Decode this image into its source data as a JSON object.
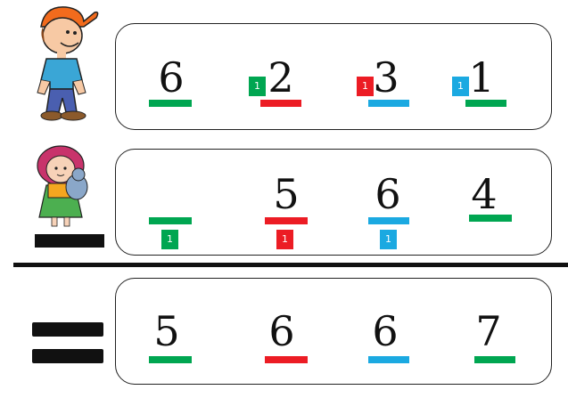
{
  "colors": {
    "green": "#00a651",
    "red": "#ec1c24",
    "blue": "#1ba9e1",
    "black": "#111111"
  },
  "row1": {
    "digits": [
      "6",
      "2",
      "3",
      "1"
    ],
    "carries": [
      "1",
      "1",
      "1"
    ]
  },
  "row2": {
    "digits": [
      "5",
      "6",
      "4"
    ],
    "carries": [
      "1",
      "1",
      "1"
    ]
  },
  "result": {
    "digits": [
      "5",
      "6",
      "6",
      "7"
    ]
  },
  "icons": {
    "boy": "boy-cartoon-icon",
    "girl": "girl-with-teddy-icon",
    "equals": "equals-sign-icon"
  }
}
